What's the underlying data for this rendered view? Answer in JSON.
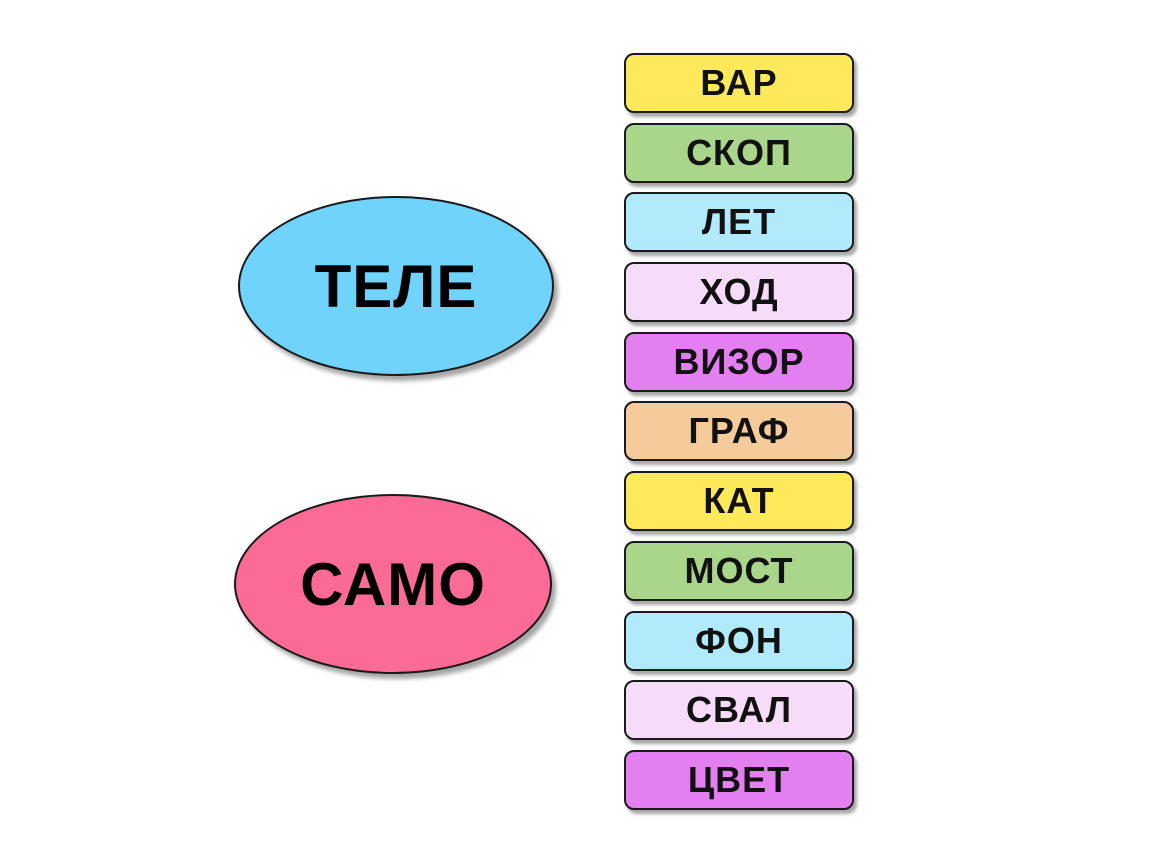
{
  "prefixes": [
    {
      "label": "ТЕЛЕ",
      "color": "#6fd3fb"
    },
    {
      "label": "САМО",
      "color": "#fb6b95"
    }
  ],
  "tiles": [
    {
      "label": "ВАР",
      "color": "#fde95a"
    },
    {
      "label": "СКОП",
      "color": "#a9d68b"
    },
    {
      "label": "ЛЕТ",
      "color": "#b1ebfb"
    },
    {
      "label": "ХОД",
      "color": "#f6dcf8"
    },
    {
      "label": "ВИЗОР",
      "color": "#e47ff2"
    },
    {
      "label": "ГРАФ",
      "color": "#f6cb9b"
    },
    {
      "label": "КАТ",
      "color": "#fde95a"
    },
    {
      "label": "МОСТ",
      "color": "#a9d68b"
    },
    {
      "label": "ФОН",
      "color": "#b1ebfb"
    },
    {
      "label": "СВАЛ",
      "color": "#f6dcf8"
    },
    {
      "label": "ЦВЕТ",
      "color": "#e47ff2"
    }
  ]
}
